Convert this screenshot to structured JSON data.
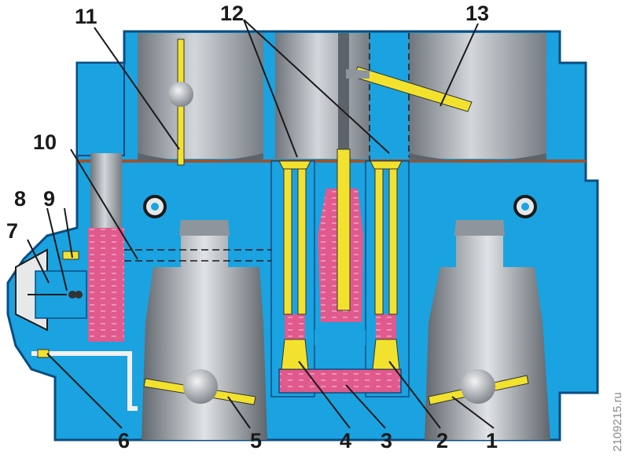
{
  "diagram": {
    "type": "carburetor-cross-section",
    "colors": {
      "body": "#1aa3e0",
      "body_outline": "#0b4d82",
      "chamber": "#8f959c",
      "chamber_light": "#c6cbd0",
      "fuel": "#e05a8e",
      "jet": "#f2e22e",
      "line": "#1a1a1a",
      "gasket": "#a0522d"
    },
    "callouts": [
      {
        "id": "1",
        "label": "1"
      },
      {
        "id": "2",
        "label": "2"
      },
      {
        "id": "3",
        "label": "3"
      },
      {
        "id": "4",
        "label": "4"
      },
      {
        "id": "5",
        "label": "5"
      },
      {
        "id": "6",
        "label": "6"
      },
      {
        "id": "7",
        "label": "7"
      },
      {
        "id": "8",
        "label": "8"
      },
      {
        "id": "9",
        "label": "9"
      },
      {
        "id": "10",
        "label": "10"
      },
      {
        "id": "11",
        "label": "11"
      },
      {
        "id": "12",
        "label": "12"
      },
      {
        "id": "13",
        "label": "13"
      }
    ],
    "watermark": "2109215.ru"
  }
}
